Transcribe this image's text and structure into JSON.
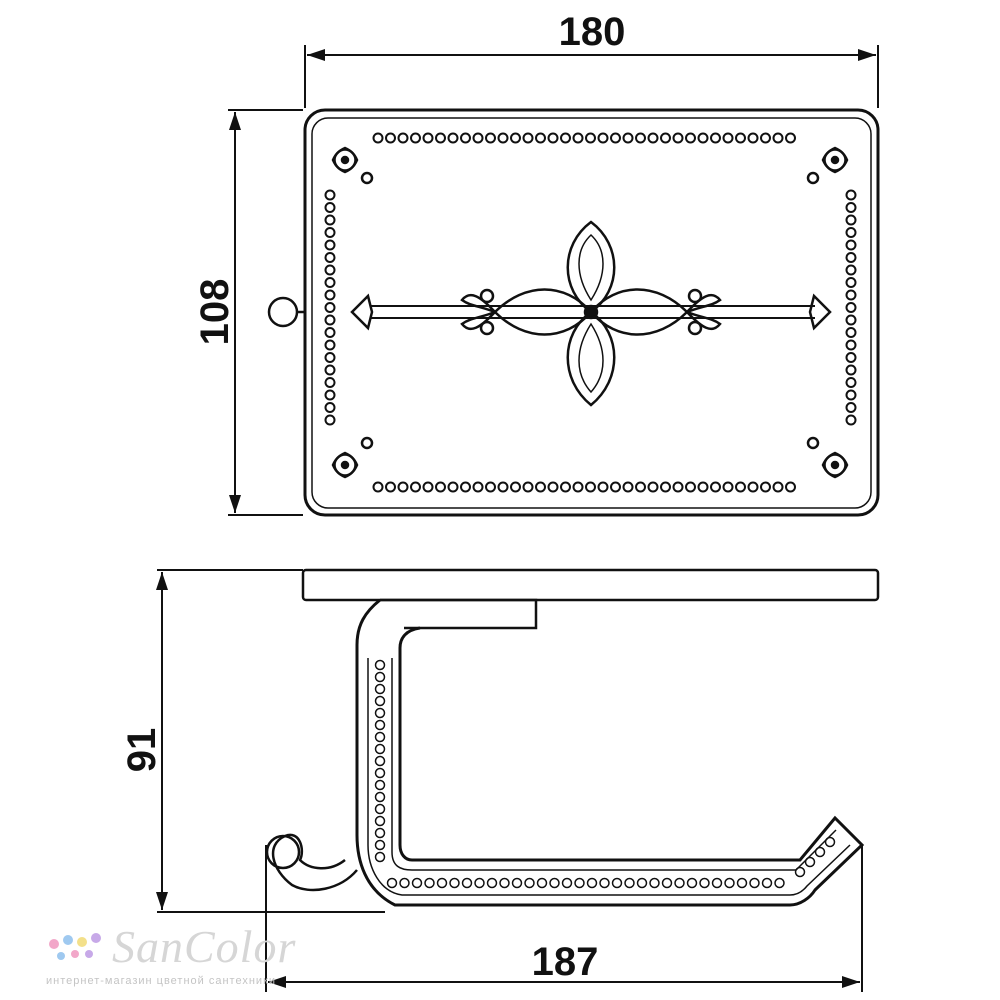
{
  "dimensions": {
    "top_width": "180",
    "top_height": "108",
    "side_height": "91",
    "side_length": "187"
  },
  "watermark": {
    "brand": "SanColor",
    "tagline": "интернет-магазин цветной сантехники"
  },
  "colors": {
    "line": "#111111",
    "watermark": "#d6d6d6",
    "dot_pink": "#f2a7c9",
    "dot_blue": "#9fc9f0",
    "dot_yellow": "#f3e08a",
    "dot_purple": "#c7a9e8"
  }
}
